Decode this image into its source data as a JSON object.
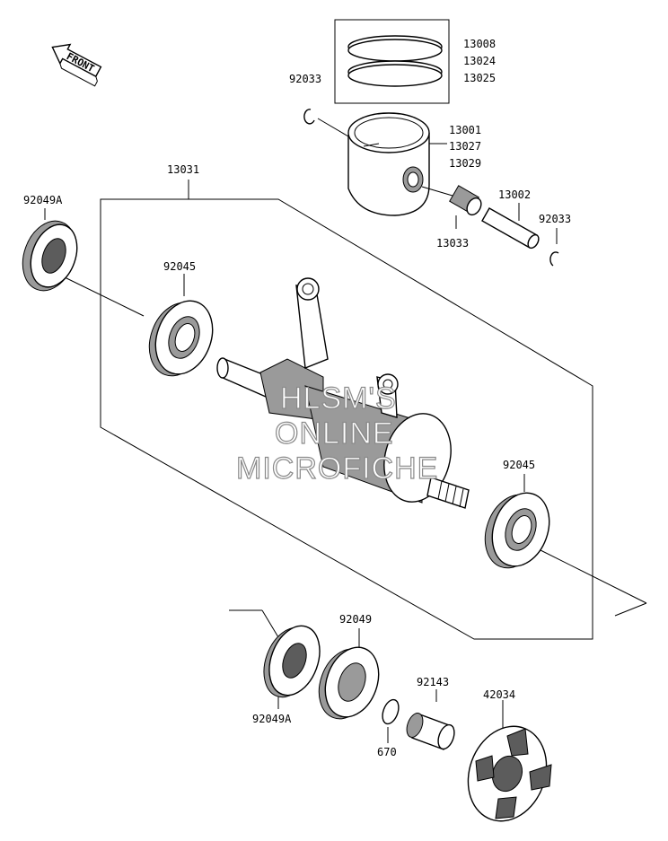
{
  "diagram": {
    "front_label": "FRONT",
    "watermark": {
      "line1": "HLSM'S",
      "line2": "ONLINE",
      "line3": "MICROFICHE"
    },
    "part_numbers": {
      "ring_set_a": "13008",
      "ring_set_b": "13024",
      "ring_set_c": "13025",
      "piston_clip_top": "92033",
      "piston_a": "13001",
      "piston_b": "13027",
      "piston_c": "13029",
      "piston_pin": "13002",
      "piston_clip_right": "92033",
      "needle_bearing": "13033",
      "crankshaft_assy": "13031",
      "oil_seal_left": "92049A",
      "ball_bearing_left": "92045",
      "ball_bearing_right": "92045",
      "oil_seal_bottom": "92049A",
      "oil_seal_mid": "92049",
      "o_ring": "670",
      "collar": "92143",
      "coupling": "42034"
    }
  }
}
